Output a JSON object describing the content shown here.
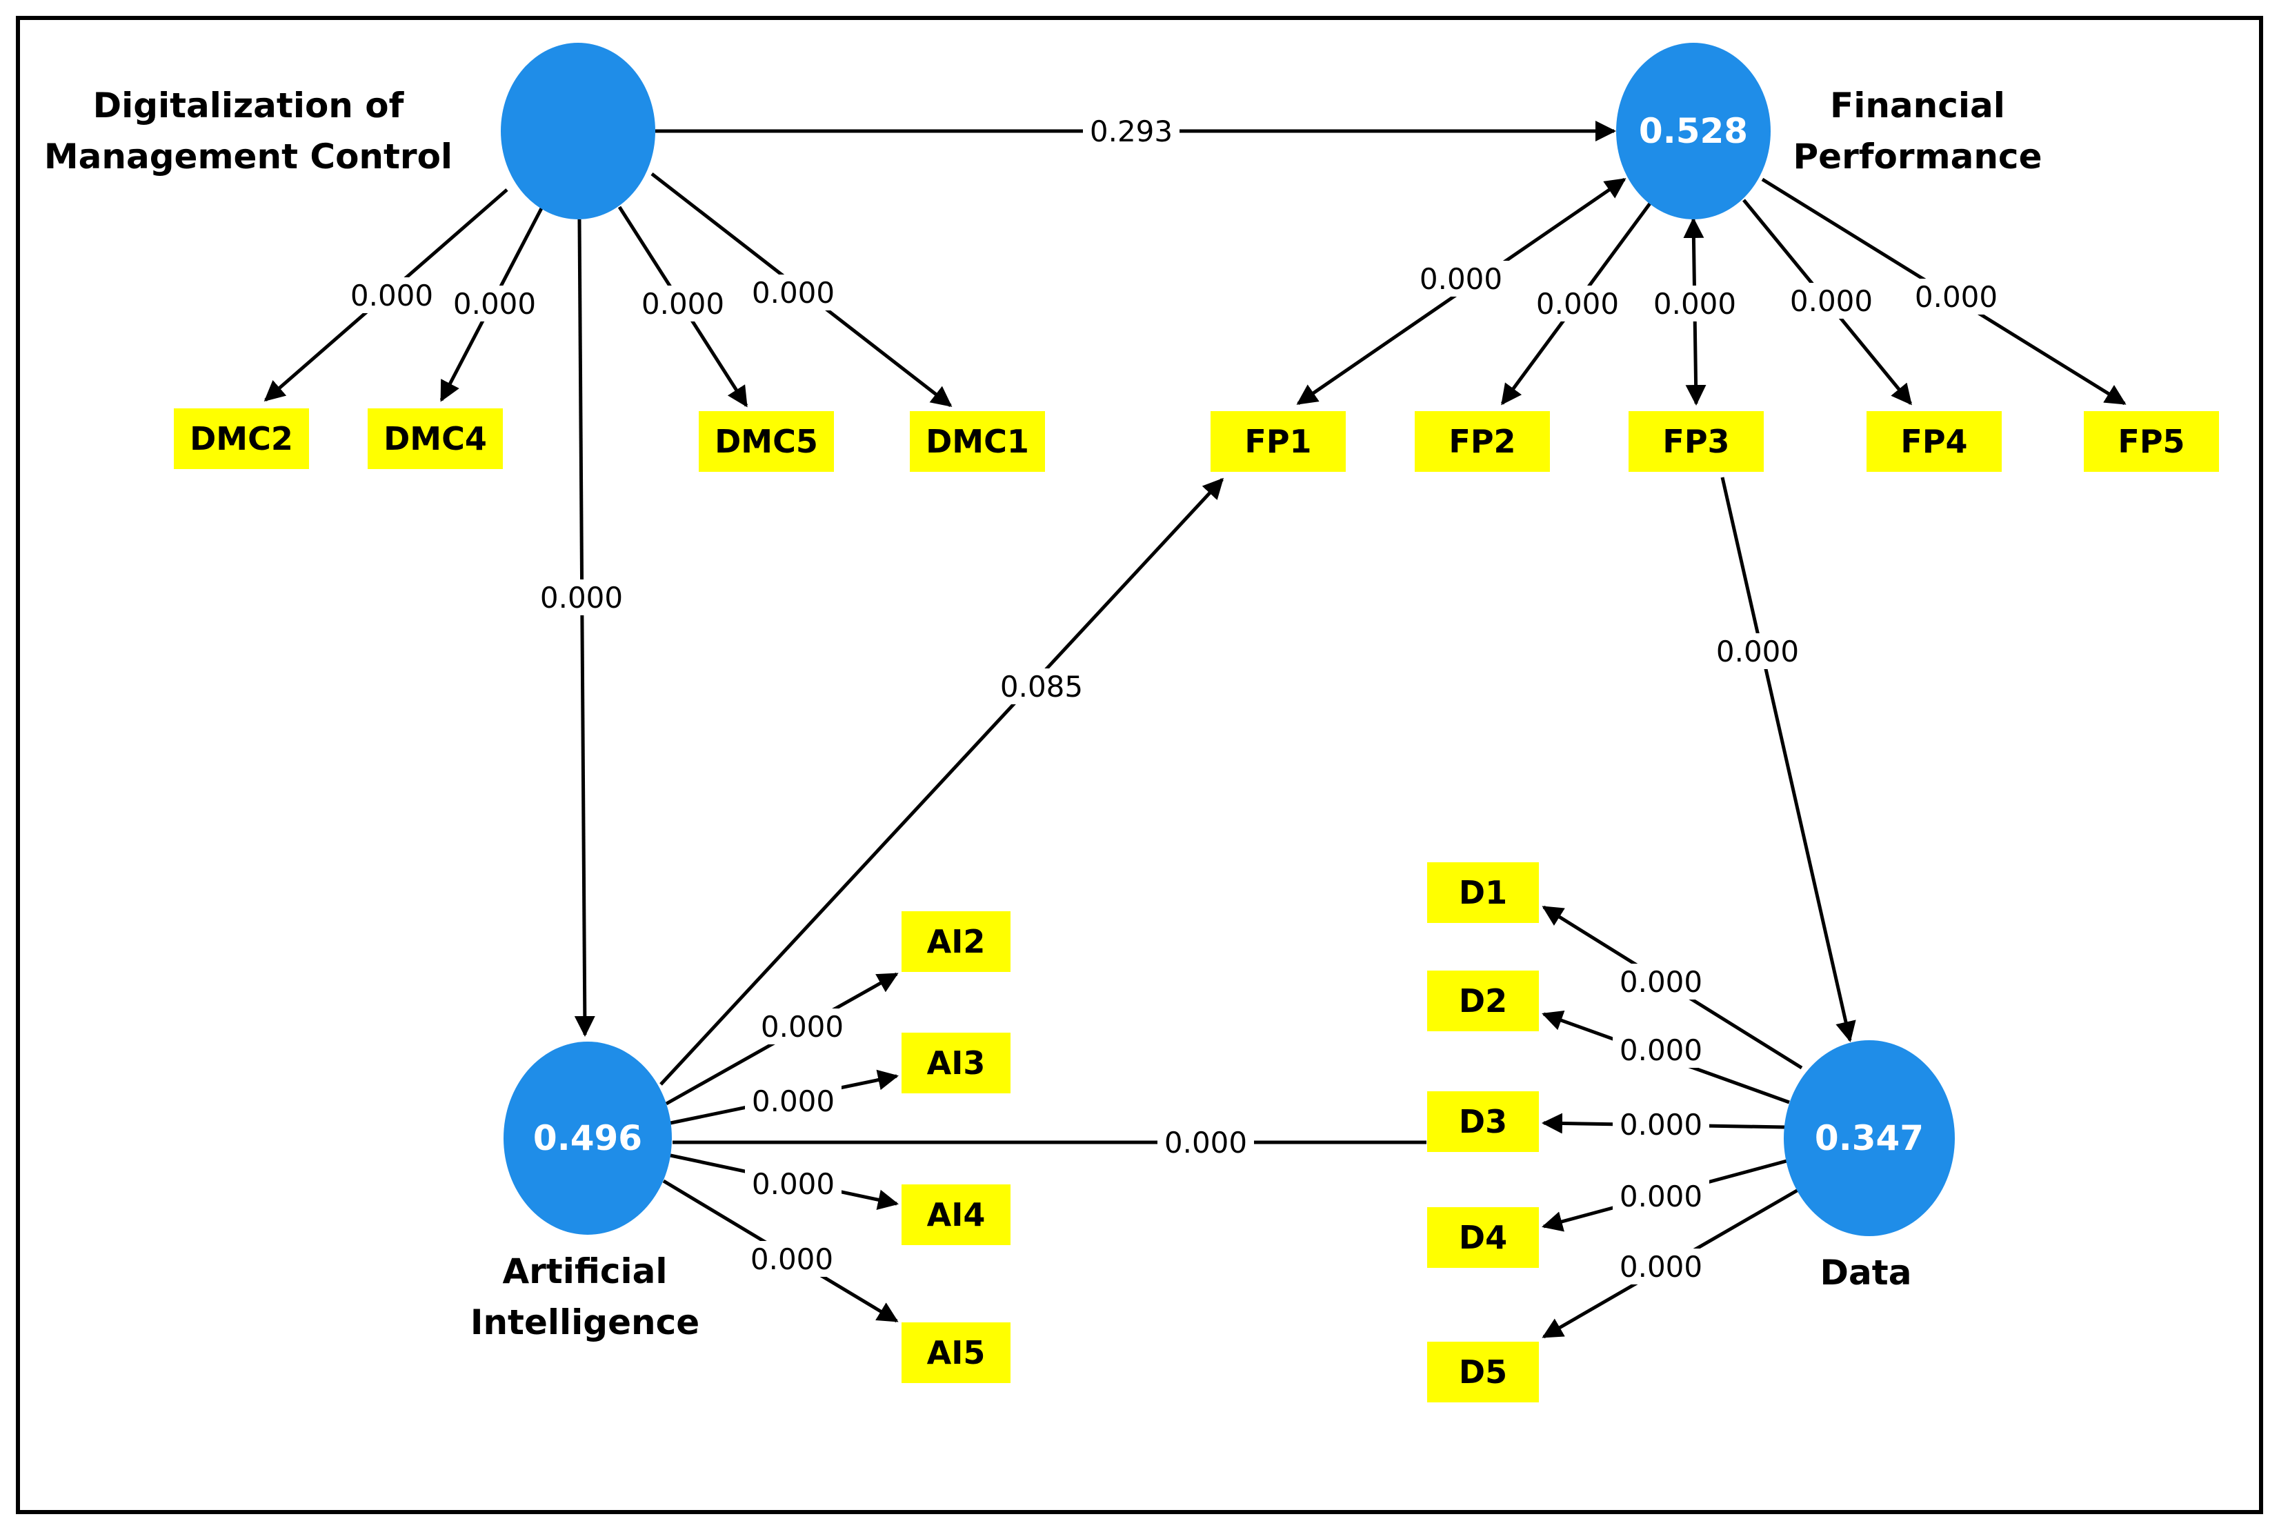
{
  "constructs": [
    {
      "id": "dmc",
      "value": "",
      "title": [
        "Digitalization of",
        "Management Control"
      ]
    },
    {
      "id": "fp",
      "value": "0.528",
      "title": [
        "Financial",
        "Performance"
      ]
    },
    {
      "id": "ai",
      "value": "0.496",
      "title": [
        "Artificial",
        "Intelligence"
      ]
    },
    {
      "id": "data",
      "value": "0.347",
      "title": [
        "Data"
      ]
    }
  ],
  "indicators": [
    {
      "id": "DMC2",
      "label": "DMC2"
    },
    {
      "id": "DMC4",
      "label": "DMC4"
    },
    {
      "id": "DMC5",
      "label": "DMC5"
    },
    {
      "id": "DMC1",
      "label": "DMC1"
    },
    {
      "id": "FP1",
      "label": "FP1"
    },
    {
      "id": "FP2",
      "label": "FP2"
    },
    {
      "id": "FP3",
      "label": "FP3"
    },
    {
      "id": "FP4",
      "label": "FP4"
    },
    {
      "id": "FP5",
      "label": "FP5"
    },
    {
      "id": "AI2",
      "label": "AI2"
    },
    {
      "id": "AI3",
      "label": "AI3"
    },
    {
      "id": "AI4",
      "label": "AI4"
    },
    {
      "id": "AI5",
      "label": "AI5"
    },
    {
      "id": "D1",
      "label": "D1"
    },
    {
      "id": "D2",
      "label": "D2"
    },
    {
      "id": "D3",
      "label": "D3"
    },
    {
      "id": "D4",
      "label": "D4"
    },
    {
      "id": "D5",
      "label": "D5"
    }
  ],
  "paths": [
    {
      "from": "dmc",
      "to": "fp",
      "value": "0.293"
    },
    {
      "from": "dmc",
      "to": "DMC2",
      "value": "0.000"
    },
    {
      "from": "dmc",
      "to": "DMC4",
      "value": "0.000"
    },
    {
      "from": "dmc",
      "to": "DMC5",
      "value": "0.000"
    },
    {
      "from": "dmc",
      "to": "DMC1",
      "value": "0.000"
    },
    {
      "from": "dmc",
      "to": "ai",
      "value": "0.000"
    },
    {
      "from": "fp",
      "to": "FP1",
      "value": "0.000"
    },
    {
      "from": "fp",
      "to": "FP2",
      "value": "0.000"
    },
    {
      "from": "fp",
      "to": "FP3",
      "value": "0.000"
    },
    {
      "from": "fp",
      "to": "FP4",
      "value": "0.000"
    },
    {
      "from": "fp",
      "to": "FP5",
      "value": "0.000"
    },
    {
      "from": "ai",
      "to": "FP1",
      "value": "0.085"
    },
    {
      "from": "ai",
      "to": "AI2",
      "value": "0.000"
    },
    {
      "from": "ai",
      "to": "AI3",
      "value": "0.000"
    },
    {
      "from": "ai",
      "to": "AI4",
      "value": "0.000"
    },
    {
      "from": "ai",
      "to": "AI5",
      "value": "0.000"
    },
    {
      "from": "FP3",
      "to": "data",
      "value": "0.000"
    },
    {
      "from": "data",
      "to": "D1",
      "value": "0.000"
    },
    {
      "from": "data",
      "to": "D2",
      "value": "0.000"
    },
    {
      "from": "data",
      "to": "D3",
      "value": "0.000"
    },
    {
      "from": "data",
      "to": "D4",
      "value": "0.000"
    },
    {
      "from": "data",
      "to": "D5",
      "value": "0.000"
    },
    {
      "from": "ai",
      "to": "D3",
      "value": "0.000"
    }
  ]
}
